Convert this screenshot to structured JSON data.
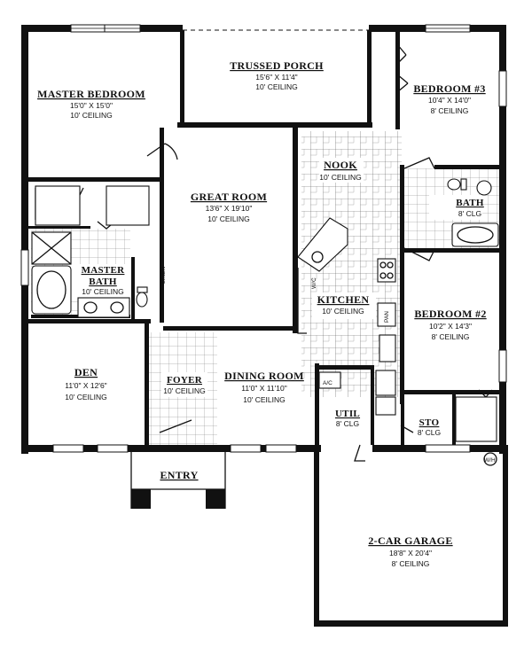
{
  "rooms": {
    "master_bedroom": {
      "name": "MASTER BEDROOM",
      "size": "15'0\" X 15'0\"",
      "ceiling": "10' CEILING"
    },
    "trussed_porch": {
      "name": "TRUSSED PORCH",
      "size": "15'6\" X 11'4\"",
      "ceiling": "10' CEILING"
    },
    "bedroom_3": {
      "name": "BEDROOM #3",
      "size": "10'4\" X 14'0\"",
      "ceiling": "8' CEILING"
    },
    "great_room": {
      "name": "GREAT ROOM",
      "size": "13'6\" X 19'10\"",
      "ceiling": "10' CEILING"
    },
    "nook": {
      "name": "NOOK",
      "ceiling": "10' CEILING"
    },
    "bath": {
      "name": "BATH",
      "ceiling": "8' CLG"
    },
    "master_bath": {
      "name": "MASTER BATH",
      "ceiling": "10' CEILING"
    },
    "kitchen": {
      "name": "KITCHEN",
      "ceiling": "10' CEILING"
    },
    "bedroom_2": {
      "name": "BEDROOM #2",
      "size": "10'2\" X 14'3\"",
      "ceiling": "8' CEILING"
    },
    "den": {
      "name": "DEN",
      "size": "11'0\" X 12'6\"",
      "ceiling": "10' CEILING"
    },
    "foyer": {
      "name": "FOYER",
      "ceiling": "10' CEILING"
    },
    "dining_room": {
      "name": "DINING ROOM",
      "size": "11'0\" X 11'10\"",
      "ceiling": "10' CEILING"
    },
    "util": {
      "name": "UTIL",
      "ceiling": "8' CLG"
    },
    "sto": {
      "name": "STO",
      "ceiling": "8' CLG"
    },
    "entry": {
      "name": "ENTRY"
    },
    "garage": {
      "name": "2-CAR GARAGE",
      "size": "18'8\" X 20'4\"",
      "ceiling": "8' CEILING"
    }
  },
  "fixtures": {
    "ac_label": "A/C",
    "wh_label": "W/H",
    "linen_label": "LINEN",
    "wic_label": "W/C",
    "pantry_label": "PAN"
  }
}
